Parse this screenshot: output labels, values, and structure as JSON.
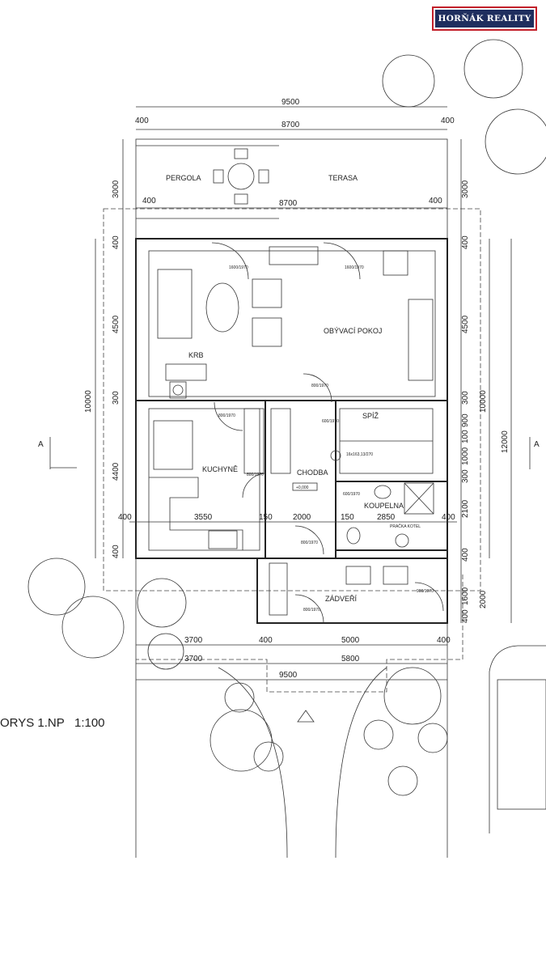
{
  "brand": {
    "logo_text": "HORŇÁK REALITY",
    "frame_color": "#c3202a",
    "bg_color": "#1f2e5e"
  },
  "title": "ORYS 1.NP   1:100",
  "rooms": {
    "pergola": "PERGOLA",
    "terasa": "TERASA",
    "obyvaci_pokoj": "OBÝVACÍ POKOJ",
    "krb": "KRB",
    "kuchyne": "KUCHYNĚ",
    "chodba": "CHODBA",
    "level": "+0,000",
    "spiz": "SPÍŽ",
    "stairs": "16x163,13/270",
    "koupelna": "KOUPELNA",
    "pracka_kotel": "PRAČKA KOTEL",
    "zadveri": "ZÁDVEŘÍ"
  },
  "section_marks": [
    "A",
    "A"
  ],
  "doors": [
    "1600/1970",
    "1600/1970",
    "800/1970",
    "800/1970",
    "600/1970",
    "800/1970",
    "800/1970",
    "600/1970",
    "900/1970",
    "800/1970"
  ],
  "dims": {
    "top": [
      "9500",
      "400",
      "8700",
      "400",
      "400",
      "8700",
      "400"
    ],
    "left": [
      "3000",
      "400",
      "4500",
      "300",
      "4400",
      "400",
      "10000"
    ],
    "right": [
      "3000",
      "400",
      "4500",
      "300",
      "900",
      "100",
      "1000",
      "300",
      "2100",
      "400",
      "1600",
      "400",
      "10000",
      "12000",
      "2000"
    ],
    "inner": [
      "400",
      "3550",
      "150",
      "2000",
      "150",
      "2850",
      "400"
    ],
    "bottom": [
      "3700",
      "400",
      "5000",
      "400",
      "3700",
      "5800",
      "9500"
    ]
  }
}
